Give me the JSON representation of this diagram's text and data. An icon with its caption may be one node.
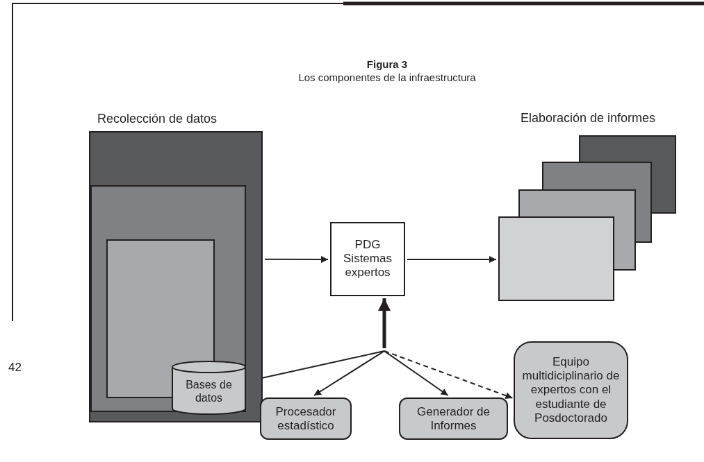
{
  "diagram": {
    "title": "Figura 3",
    "caption": "Los componentes de la infraestructura",
    "nodes": [
      {
        "text": [
          "Recolección de datos"
        ]
      },
      {
        "text": [],
        "shape": "box",
        "in": 0
      },
      {
        "text": [],
        "shape": "box",
        "in": 1
      },
      {
        "text": [
          "Bases de datos"
        ],
        "in": 1
      },
      {
        "text": [
          "PDG Sistemas expertos"
        ]
      },
      {
        "text": [],
        "shape": "box"
      },
      {
        "text": [],
        "shape": "box"
      },
      {
        "text": [],
        "shape": "box"
      },
      {
        "text": [],
        "shape": "box"
      },
      {
        "text": [
          "Procesador estadístico"
        ]
      },
      {
        "text": [
          "Generador de Informes"
        ]
      },
      {
        "text": [
          "Equipo multidiciplinario de expertos con el estudiante de Posdoctorado"
        ]
      }
    ],
    "edges": [
      {
        "from": 0,
        "to": 4,
        "arrow": "to"
      },
      {
        "from": 4,
        "to": 8,
        "arrow": "to"
      },
      {
        "from": null,
        "to": 4,
        "arrow": "to",
        "style": "thick"
      },
      {
        "from": null,
        "to": 3,
        "arrow": "to"
      },
      {
        "from": null,
        "to": 9,
        "arrow": "to"
      },
      {
        "from": null,
        "to": 10,
        "arrow": "to"
      },
      {
        "from": null,
        "to": 11,
        "arrow": "to",
        "style": "dashed"
      }
    ],
    "labels": [
      "Elaboración de informes",
      "42"
    ]
  }
}
